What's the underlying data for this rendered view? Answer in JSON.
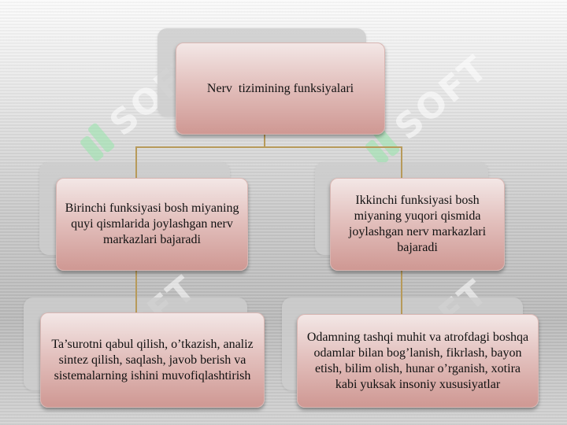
{
  "watermark": {
    "text": "SOFT"
  },
  "diagram": {
    "root": {
      "label": "Nerv  tizimining funksiyalari"
    },
    "branches": [
      {
        "label": "Birinchi funksiyasi bosh miyaning quyi qismlarida joylashgan nerv markazlari bajaradi",
        "child": {
          "label": "Ta’surotni qabul qilish, o’tkazish, analiz sintez qilish, saqlash, javob berish va sistemalarning ishini muvofiqlashtirish"
        }
      },
      {
        "label": "Ikkinchi funksiyasi bosh miyaning yuqori qismida joylashgan nerv markazlari bajaradi",
        "child": {
          "label": "Odamning tashqi muhit va atrofdagi boshqa odamlar bilan bog’lanish, fikrlash, bayon etish, bilim olish, hunar o’rganish, xotira kabi yuksak insoniy xususiyatlar"
        }
      }
    ]
  }
}
